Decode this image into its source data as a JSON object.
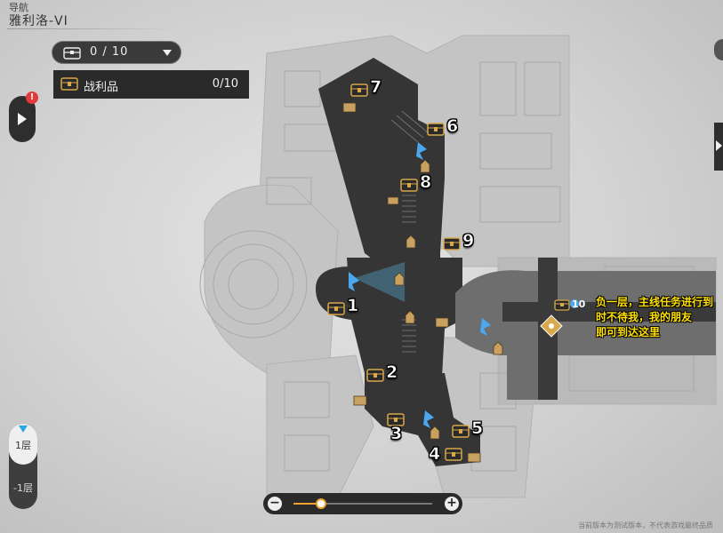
{
  "header": {
    "subtitle": "导航",
    "title": "雅利洛-VI"
  },
  "collection": {
    "counter_value": "0 / 10",
    "panel_label": "战利品",
    "panel_count": "0/10"
  },
  "alert_badge": "!",
  "floors": {
    "current": "1层",
    "other": "-1层"
  },
  "zoom": {
    "minus": "−",
    "plus": "+",
    "level": 0.2
  },
  "chests": [
    {
      "number": "1"
    },
    {
      "number": "2"
    },
    {
      "number": "3"
    },
    {
      "number": "4"
    },
    {
      "number": "5"
    },
    {
      "number": "6"
    },
    {
      "number": "7"
    },
    {
      "number": "8"
    },
    {
      "number": "9"
    },
    {
      "number": "10"
    }
  ],
  "annotation": {
    "line1": "负一层，主线任务进行到",
    "line2": "时不待我，我的朋友",
    "line3": "即可到达这里"
  },
  "footer": "当前版本为测试版本，不代表游戏最终品质",
  "colors": {
    "accent": "#f0a030",
    "chest_gold": "#d8a84a",
    "annotation": "#ffe000",
    "alert": "#e23a3a",
    "floor_indicator": "#2aa9e0"
  }
}
